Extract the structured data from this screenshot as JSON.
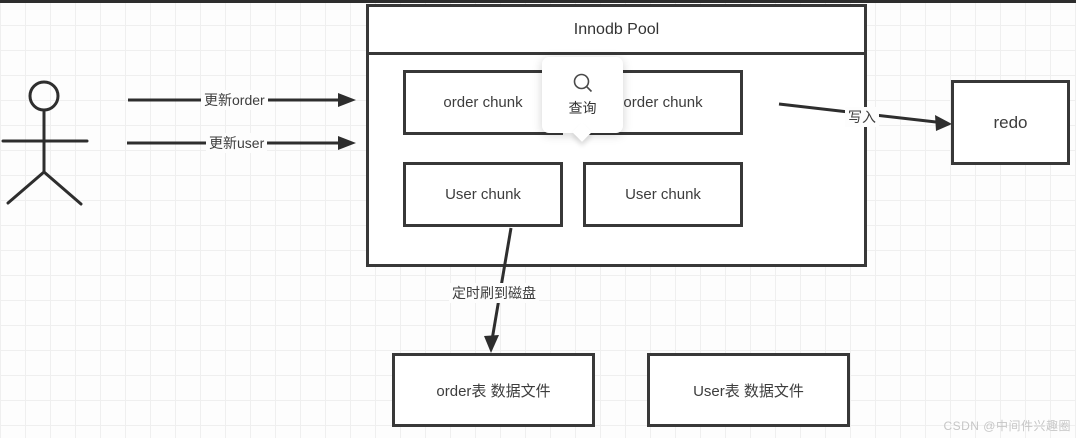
{
  "pool": {
    "title": "Innodb Pool",
    "chunks": [
      {
        "label": "order chunk"
      },
      {
        "label": "order chunk"
      },
      {
        "label": "User chunk"
      },
      {
        "label": "User chunk"
      }
    ]
  },
  "flows": {
    "update_order": "更新order",
    "update_user": "更新user",
    "write": "写入",
    "flush": "定时刷到磁盘"
  },
  "tooltip": {
    "label": "查询"
  },
  "redo": {
    "label": "redo"
  },
  "files": [
    {
      "label": "order表 数据文件"
    },
    {
      "label": "User表 数据文件"
    }
  ],
  "watermark": "CSDN @中间件兴趣圈",
  "colors": {
    "line": "#333333",
    "border": "#383838",
    "background": "#fdfdfd",
    "grid": "#efefef",
    "watermark": "#c6c6c6"
  }
}
